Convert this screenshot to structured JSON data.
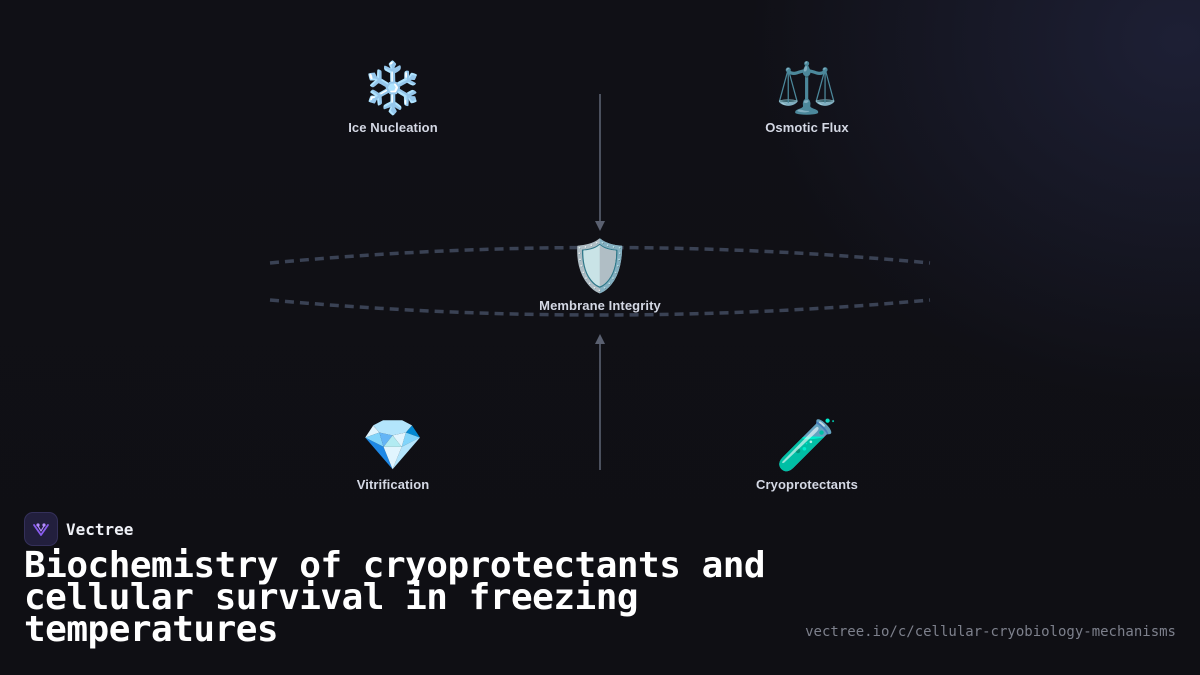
{
  "diagram": {
    "nodes": {
      "ice_nucleation": {
        "icon": "snowflake-icon",
        "glyph": "❄️",
        "label": "Ice Nucleation"
      },
      "osmotic_flux": {
        "icon": "balance-scale-icon",
        "glyph": "⚖️",
        "label": "Osmotic Flux"
      },
      "membrane_integrity": {
        "icon": "shield-icon",
        "glyph": "🛡️",
        "label": "Membrane Integrity"
      },
      "vitrification": {
        "icon": "gem-icon",
        "glyph": "💎",
        "label": "Vitrification"
      },
      "cryoprotectants": {
        "icon": "test-tube-icon",
        "glyph": "🧪",
        "label": "Cryoprotectants"
      }
    },
    "colors": {
      "arrow": "#5a6070",
      "membrane": "#3a4254"
    }
  },
  "brand": {
    "name": "Vectree",
    "accent": "#8a5cf0"
  },
  "title": "Biochemistry of cryoprotectants and cellular survival in freezing temperatures",
  "url": "vectree.io/c/cellular-cryobiology-mechanisms"
}
